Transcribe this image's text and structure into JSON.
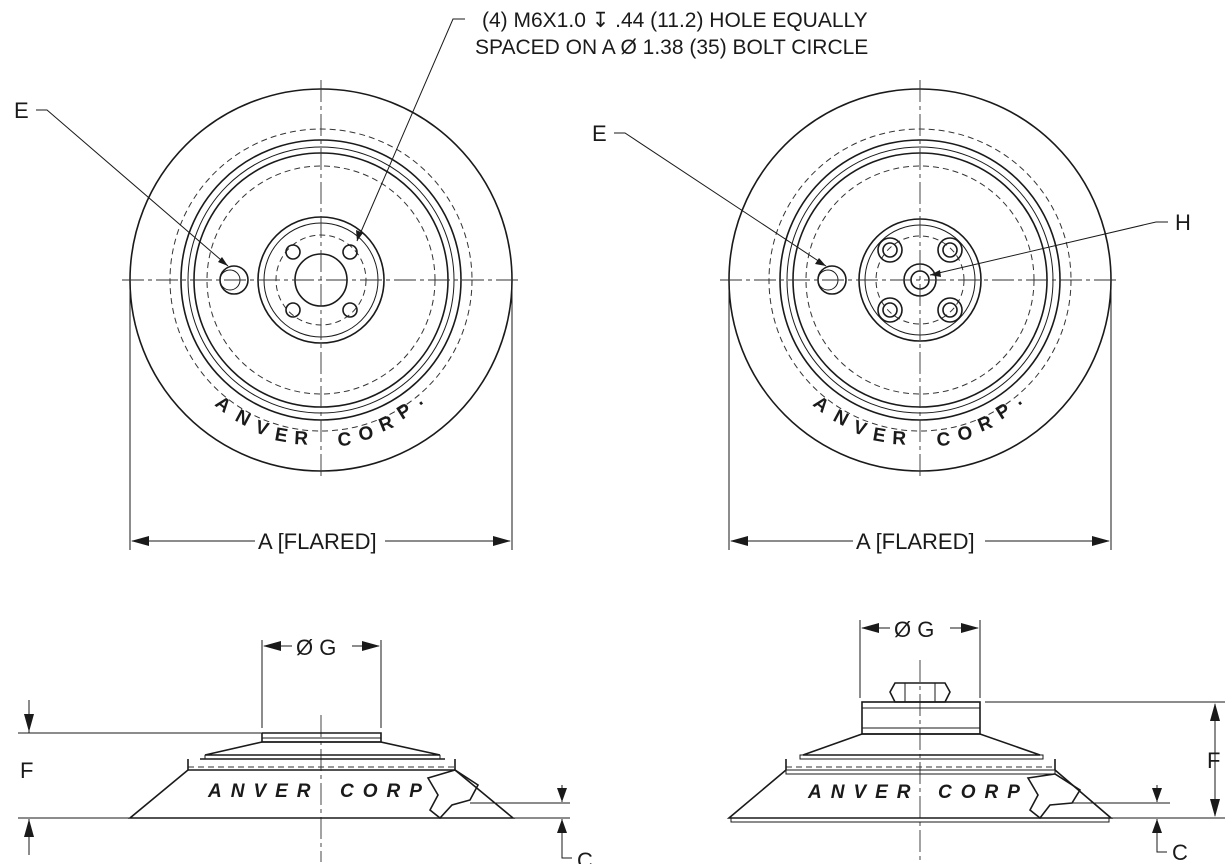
{
  "drawing": {
    "callout_note": {
      "line1": "(4) M6X1.0 ↧ .44 (11.2) HOLE EQUALLY",
      "line2": "SPACED ON A Ø 1.38 (35) BOLT CIRCLE"
    },
    "labels": {
      "e": "E",
      "h": "H",
      "a_flared": "A [FLARED]",
      "g": "Ø G",
      "f": "F",
      "c": "C"
    },
    "brand": {
      "word1": "ANVER",
      "word2": "CORP.",
      "letters1": [
        "A",
        "N",
        "V",
        "E",
        "R"
      ],
      "letters2": [
        "C",
        "O",
        "R",
        "P",
        "."
      ],
      "side_word1": "ANVER",
      "side_word2": "CORP"
    }
  }
}
